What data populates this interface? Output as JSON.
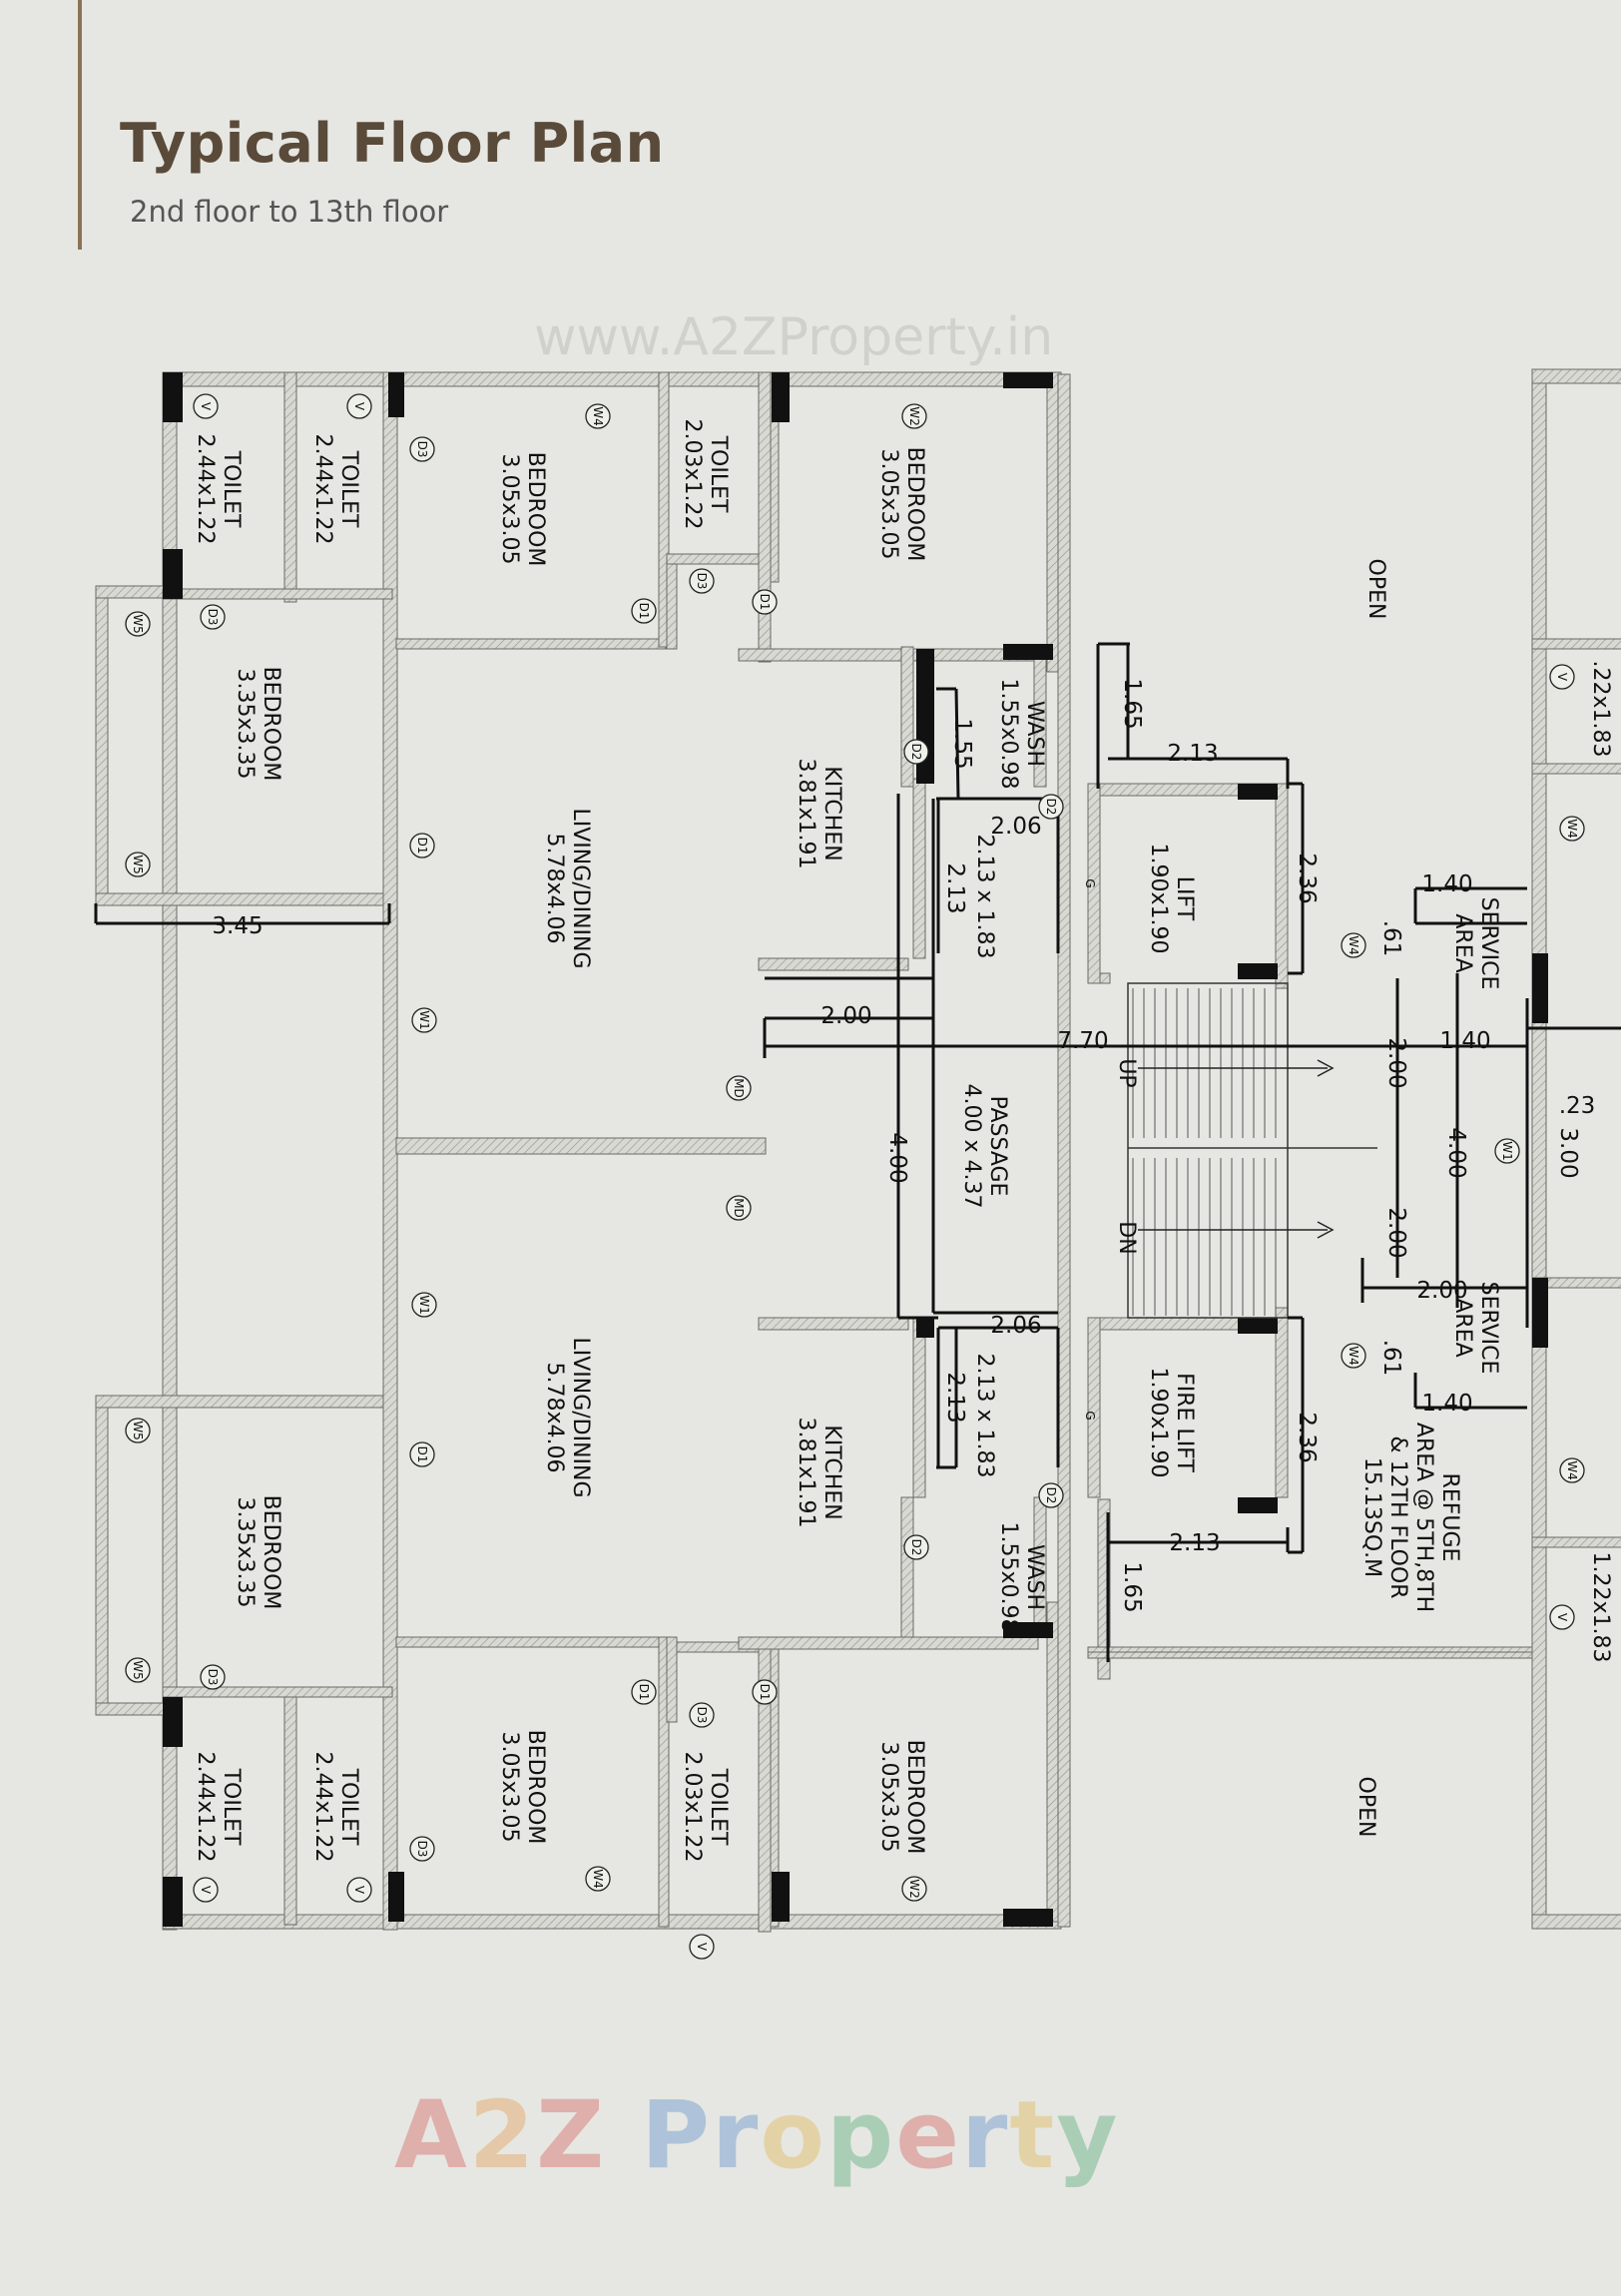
{
  "header": {
    "title": "Typical Floor Plan",
    "subtitle": "2nd floor to 13th floor"
  },
  "watermark": {
    "text": "www.A2ZProperty.in"
  },
  "logo": {
    "letters": [
      "A",
      "2",
      "Z",
      " ",
      "P",
      "r",
      "o",
      "p",
      "e",
      "r",
      "t",
      "y"
    ],
    "colors": [
      "#d23b3b",
      "#e08a2e",
      "#d23b3b",
      "#ffffff",
      "#3a78c8",
      "#3a78c8",
      "#e0a82e",
      "#2e9a5a",
      "#d23b3b",
      "#3a78c8",
      "#e0a82e",
      "#2e9a5a"
    ]
  },
  "rooms": {
    "toilet_a_top": [
      "TOILET",
      "2.44x1.22"
    ],
    "toilet_b_top": [
      "TOILET",
      "2.44x1.22"
    ],
    "bedroom_top_mid": [
      "BEDROOM",
      "3.05x3.05"
    ],
    "toilet_c_top": [
      "TOILET",
      "2.03x1.22"
    ],
    "bedroom_top_right": [
      "BEDROOM",
      "3.05x3.05"
    ],
    "bedroom_top_left": [
      "BEDROOM",
      "3.35x3.35"
    ],
    "living_top": [
      "LIVING/DINING",
      "5.78x4.06"
    ],
    "kitchen_top": [
      "KITCHEN",
      "3.81x1.91"
    ],
    "wash_top": [
      "WASH",
      "1.55x0.98"
    ],
    "lift": [
      "LIFT",
      "1.90x1.90"
    ],
    "lobby_top": [
      "2.13 x 1.83"
    ],
    "passage": [
      "PASSAGE",
      "4.00 x 4.37"
    ],
    "living_bottom": [
      "LIVING/DINING",
      "5.78x4.06"
    ],
    "kitchen_bottom": [
      "KITCHEN",
      "3.81x1.91"
    ],
    "lobby_bottom": [
      "2.13 x 1.83"
    ],
    "fire_lift": [
      "FIRE LIFT",
      "1.90x1.90"
    ],
    "wash_bottom": [
      "WASH",
      "1.55x0.98"
    ],
    "bedroom_bottom_left": [
      "BEDROOM",
      "3.35x3.35"
    ],
    "bedroom_bottom_mid": [
      "BEDROOM",
      "3.05x3.05"
    ],
    "toilet_c_bottom": [
      "TOILET",
      "2.03x1.22"
    ],
    "bedroom_bottom_right": [
      "BEDROOM",
      "3.05x3.05"
    ],
    "toilet_a_bottom": [
      "TOILET",
      "2.44x1.22"
    ],
    "toilet_b_bottom": [
      "TOILET",
      "2.44x1.22"
    ],
    "service_top": [
      "SERVICE",
      "AREA"
    ],
    "service_bottom": [
      "SERVICE",
      "AREA"
    ],
    "refuge": [
      "REFUGE",
      "AREA @ 5TH,8TH",
      "& 12TH FLOOR",
      "15.13SQ.M"
    ],
    "open_top": [
      "OPEN"
    ],
    "open_bottom": [
      "OPEN"
    ],
    "right_top_partial": [
      ".22x1.83"
    ],
    "right_bottom_partial": [
      "1.22x1.83"
    ]
  },
  "stairs": {
    "up": "UP",
    "down": "DN"
  },
  "dimensions": {
    "d345": "3.45",
    "d155": "1.55",
    "d165_top": "1.65",
    "d213_top": "2.13",
    "d206_top": "2.06",
    "d213_lobby_top": "2.13",
    "d236_top": "2.36",
    "d140_top": "1.40",
    "d61_top": ".61",
    "d200_left": "2.00",
    "d770": "7.70",
    "d140_mid": "1.40",
    "d200_stair_top": "2.00",
    "d400_left": "4.00",
    "d400_right": "4.00",
    "d23": ".23",
    "d300": "3.00",
    "d200_stair_bottom": "2.00",
    "d200_bottom": "2.00",
    "d206_bottom": "2.06",
    "d213_lobby_bottom": "2.13",
    "d236_bottom": "2.36",
    "d61_bottom": ".61",
    "d140_bottom": "1.40",
    "d213_bottom": "2.13",
    "d165_bottom": "1.65"
  },
  "tags": {
    "V": "V",
    "D1": "D1",
    "D2": "D2",
    "D3": "D3",
    "W1": "W1",
    "W2": "W2",
    "W4": "W4",
    "W5": "W5",
    "MD": "MD",
    "G": "G"
  }
}
